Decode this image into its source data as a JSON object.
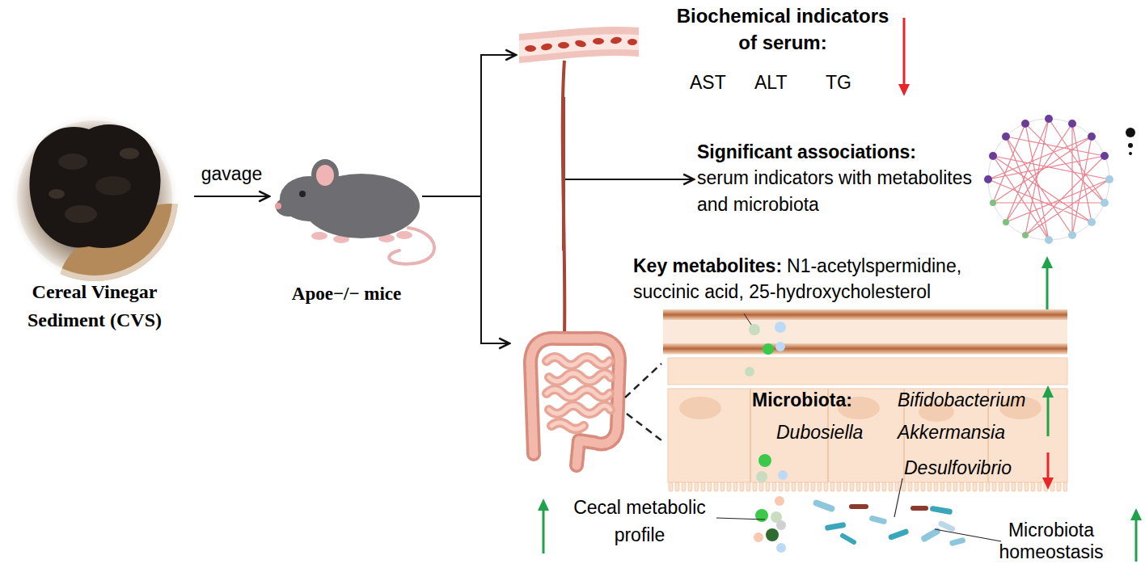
{
  "diagram": {
    "nodes": [
      {
        "text": [
          "Cereal Vinegar Sediment (CVS)"
        ]
      },
      {
        "text": [
          "Apoe−/− mice"
        ]
      },
      {
        "text": [
          "Biochemical indicators of serum:",
          "AST",
          "ALT",
          "TG"
        ]
      },
      {
        "text": [
          "Significant associations:",
          "serum indicators with metabolites and microbiota"
        ]
      },
      {
        "text": [
          "Key metabolites:",
          "N1-acetylspermidine, succinic acid, 25-hydroxycholesterol",
          "Microbiota:",
          "Bifidobacterium",
          "Dubosiella",
          "Akkermansia",
          "Desulfovibrio",
          "Cecal metabolic profile",
          "Microbiota homeostasis"
        ]
      }
    ],
    "edges": [
      {
        "from": 0,
        "to": 1,
        "label": "gavage",
        "arrow": "to"
      },
      {
        "from": 1,
        "to": 2,
        "arrow": "to"
      },
      {
        "from": 1,
        "to": 4,
        "arrow": "to"
      },
      {
        "from": 2,
        "to": 3,
        "arrow": "to"
      },
      {
        "from": 2,
        "to": 4,
        "arrow": "none"
      }
    ]
  }
}
